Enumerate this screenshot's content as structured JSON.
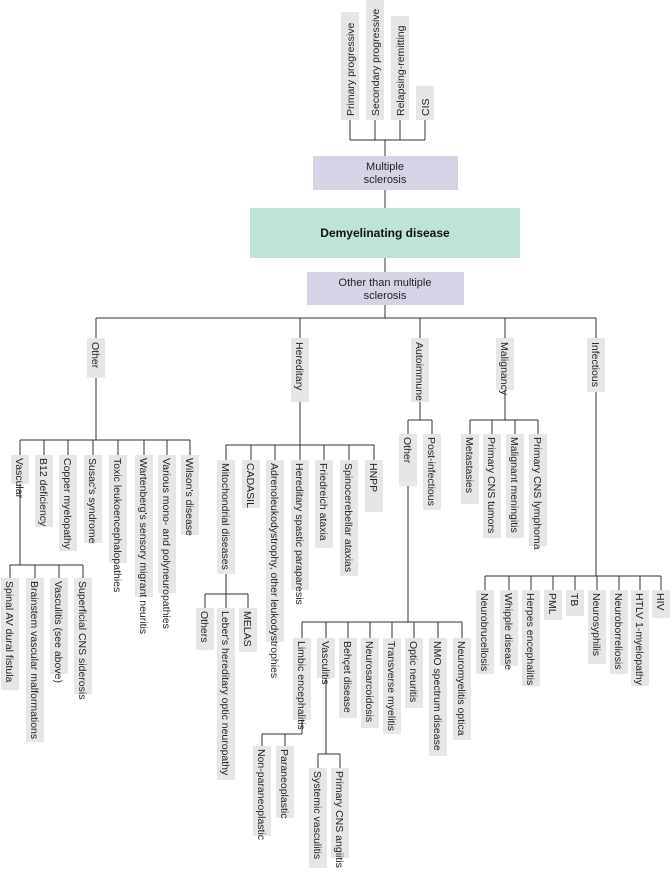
{
  "colors": {
    "leaf_box": "#e6e6e6",
    "ms_box": "#d6d3e6",
    "main_box": "#bfe3d7",
    "line": "#333333"
  },
  "root": "Demyelinating disease",
  "multiple_sclerosis": {
    "label_line1": "Multiple",
    "label_line2": "sclerosis",
    "children": [
      "Primary progressive",
      "Secondary progressive",
      "Relapsing-remitting",
      "CIS"
    ]
  },
  "other_than_ms": {
    "label_line1": "Other than multiple",
    "label_line2": "sclerosis",
    "categories": {
      "other": {
        "label": "Other",
        "children": [
          "Vascular",
          "B12 deficiency",
          "Copper myelopathy",
          "Susac's syndrome",
          "Toxic leukoencephalopathies",
          "Wartenberg's sensory migrant neuritis",
          "Various mono- and polyneuropathies",
          "Wilson's disease"
        ],
        "vascular_children": [
          "Spinal AV dural fistula",
          "Brainstem vascular malformations",
          "Vasculitis (see above)",
          "Superficial CNS siderosis"
        ]
      },
      "hereditary": {
        "label": "Hereditary",
        "children": [
          "Mitochondrial diseases",
          "CADASIL",
          "Adrenoleukodystrophy, other leukodystrophies",
          "Hereditary spastic paraparesis",
          "Friedreich  ataxia",
          "Spinocerebellar ataxias",
          "HNPP"
        ],
        "mitochondrial_children": [
          "Others",
          "Leber's hereditary optic neuropathy",
          "MELAS"
        ]
      },
      "autoimmune": {
        "label": "Autoimmune",
        "children": [
          "Other",
          "Post-infectious"
        ],
        "other_children": [
          "Limbic encephalitis",
          "Vasculitis",
          "Behçet disease",
          "Neurosarcoidosis",
          "Transverse myelitis",
          "Optic neuritis",
          "NMO spectrum disease",
          "Neuromyelitis optica"
        ],
        "limbic_children": [
          "Non-paraneoplastic",
          "Paraneoplastic"
        ],
        "vasculitis_children": [
          "Systemic vasculitis",
          "Primary CNS angiitis"
        ]
      },
      "malignancy": {
        "label": "Malignancy",
        "children": [
          "Metastasies",
          "Primary CNS tumors",
          "Malignant meningitis",
          "Primary CNS lymphoma"
        ]
      },
      "infectious": {
        "label": "Infectious",
        "children": [
          "Neurobrucellosis",
          "Whipple disease",
          "Herpes encephalitis",
          "PML",
          "TB",
          "Neurosyphilis",
          "Neuroborreliosis",
          "HTLV 1-myelopathy",
          "HIV"
        ]
      }
    }
  }
}
